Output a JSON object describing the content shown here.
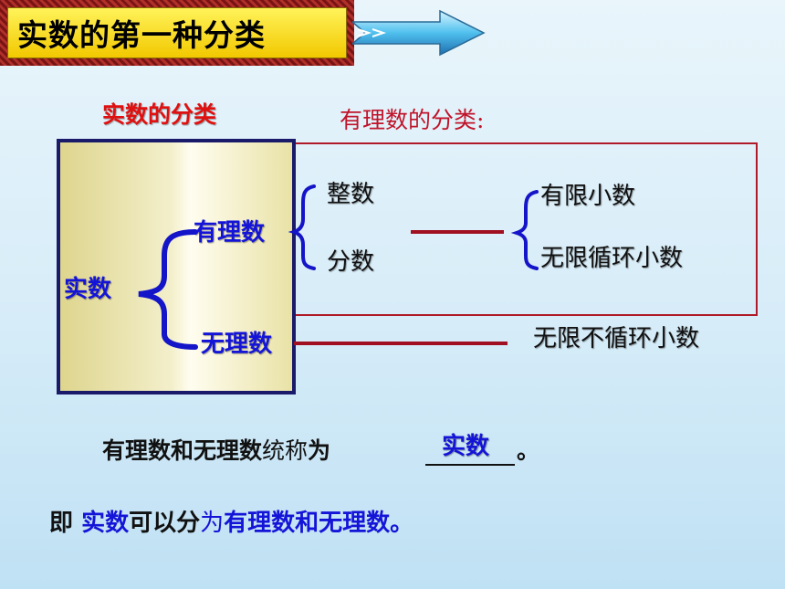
{
  "header": {
    "title": "实数的第一种分类"
  },
  "diagram": {
    "category_label": "实数的分类",
    "rational_heading": "有理数的分类:",
    "root": "实数",
    "rational": "有理数",
    "irrational": "无理数",
    "integer": "整数",
    "fraction": "分数",
    "finite_decimal": "有限小数",
    "repeating_decimal": "无限循环小数",
    "non_repeating_decimal": "无限不循环小数"
  },
  "sentence1": {
    "part1": "有理数和无理数",
    "part2": "统称",
    "part3": "为",
    "blank_answer": "实数",
    "end": "。"
  },
  "sentence2": {
    "prefix": "即 ",
    "w1": "实数",
    "w2": "可以分",
    "w3": "为",
    "w4": "有理数",
    "w5": "和",
    "w6": "无理数",
    "w7": "。"
  },
  "colors": {
    "title_bg": "#f6d400",
    "banner_border": "#9a2020",
    "blue_text": "#1414d8",
    "red_text": "#e01010",
    "frame_red": "#b01a28",
    "frame_navy": "#1a1a6a"
  }
}
